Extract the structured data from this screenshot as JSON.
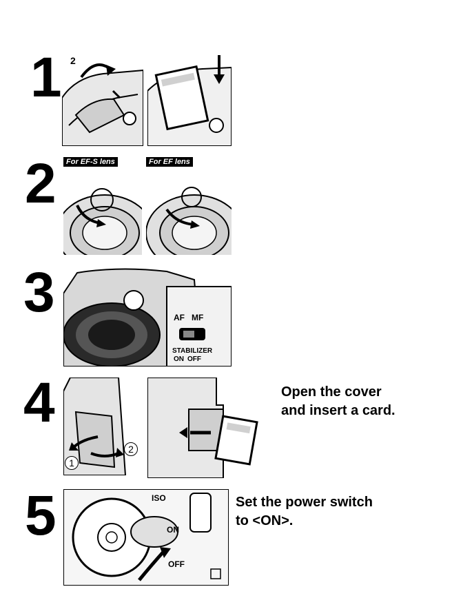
{
  "steps": [
    {
      "number": "1"
    },
    {
      "number": "2",
      "labels": [
        "For EF-S lens",
        "For EF lens"
      ]
    },
    {
      "number": "3",
      "switch_labels": [
        "AF",
        "MF",
        "STABILIZER",
        "ON",
        "OFF"
      ]
    },
    {
      "number": "4",
      "caption_lines": [
        "Open the cover",
        "and insert a card."
      ],
      "markers": [
        "1",
        "2"
      ]
    },
    {
      "number": "5",
      "caption_lines": [
        "Set the power switch",
        "to <ON>."
      ],
      "dial_labels": [
        "ISO",
        "ON",
        "OFF"
      ]
    }
  ],
  "photo_markers": {
    "step1": "2"
  }
}
